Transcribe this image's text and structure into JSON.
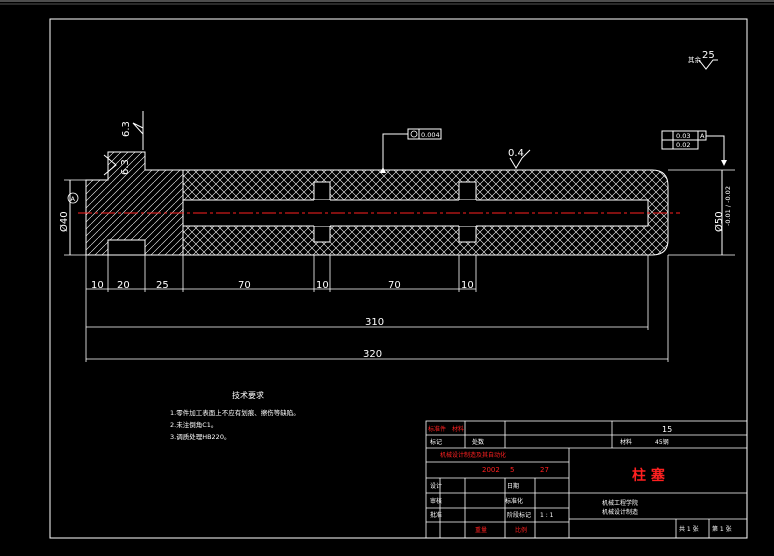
{
  "drawing": {
    "surface_roughness_top_right": "25",
    "surface_roughness_top_right_label": "其余",
    "roughness_left_a": "6.3",
    "roughness_left_b": "6.3",
    "roughness_top_mid": "0.4",
    "datum_label": "A",
    "diameter_left": "Ø40",
    "diameter_right": "Ø50",
    "diameter_right_tolerance": "-0.01 / -0.02",
    "tolerance_left_box": "0.004",
    "tolerance_right_row1": "0.03",
    "tolerance_right_row1_datum": "A",
    "tolerance_right_row2": "0.02",
    "segment_dims": [
      "10",
      "20",
      "25",
      "70",
      "10",
      "70",
      "10"
    ],
    "dim_310": "310",
    "dim_320": "320"
  },
  "notes": {
    "title": "技术要求",
    "items": [
      "1.零件加工表面上不应有划痕、擦伤等缺陷。",
      "2.未注倒角C1。",
      "3.调质处理HB220。"
    ]
  },
  "title_block": {
    "mark_label": "标记",
    "count_label": "处数",
    "quantity": "15",
    "material_label": "材料",
    "material_value": "45钢",
    "date_label": "日期",
    "designer_row": "设计",
    "date_year": "2002",
    "date_month": "5",
    "date_day": "27",
    "checker_row": "审核",
    "standard_label": "标准化",
    "approve_row": "批准",
    "stage_label": "阶段标记",
    "scale_label": "比例",
    "scale_value": "1 : 1",
    "weight_label": "重量",
    "part_name": "柱  塞",
    "school_line1": "机械工程学院",
    "school_line2": "机械设计制造",
    "sheet_info_1": "共 1 张",
    "sheet_info_2": "第 1 张",
    "header_red_1": "标准件",
    "header_red_2": "材料",
    "banner": "机械设计制造及其自动化"
  },
  "colors": {
    "lines": "#ffffff",
    "centerline": "#ff2020",
    "title_red": "#ff2020",
    "part_name": "#ff2020"
  }
}
